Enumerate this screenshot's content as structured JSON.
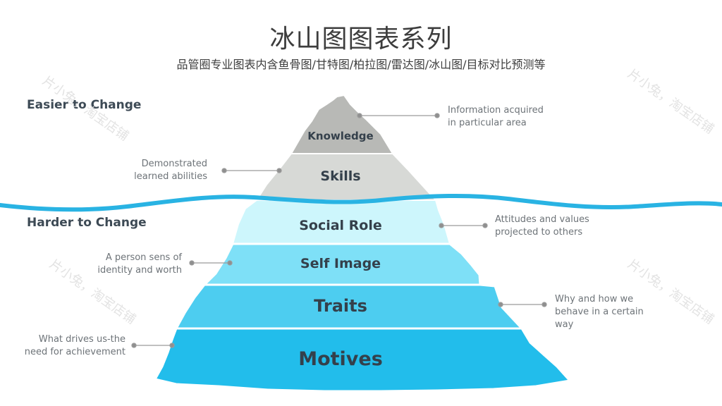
{
  "header": {
    "title": "冰山图图表系列",
    "subtitle": "品管圈专业图表内含鱼骨图/甘特图/柏拉图/雷达图/冰山图/目标对比预测等"
  },
  "sections": {
    "above": "Easier to Change",
    "below": "Harder to Change"
  },
  "layers": [
    {
      "label": "Knowledge",
      "description": "Information acquired\nin particular area",
      "color": "#b8b9b6"
    },
    {
      "label": "Skills",
      "description": "Demonstrated\nlearned abilities",
      "color": "#d7d9d6"
    },
    {
      "label": "Social Role",
      "description": "Attitudes and values\nprojected to others",
      "color": "#cdf6fc"
    },
    {
      "label": "Self Image",
      "description": "A person sens of\nidentity and worth",
      "color": "#7ee0f7"
    },
    {
      "label": "Traits",
      "description": "Why and how we\nbehave in a certain\nway",
      "color": "#4dcdf0"
    },
    {
      "label": "Motives",
      "description": "What drives us-the\nneed for achievement",
      "color": "#22bdeb"
    }
  ],
  "colors": {
    "water_line": "#29b3e3",
    "connector": "#9a9a9a"
  },
  "watermark": "片小兔，淘宝店铺"
}
